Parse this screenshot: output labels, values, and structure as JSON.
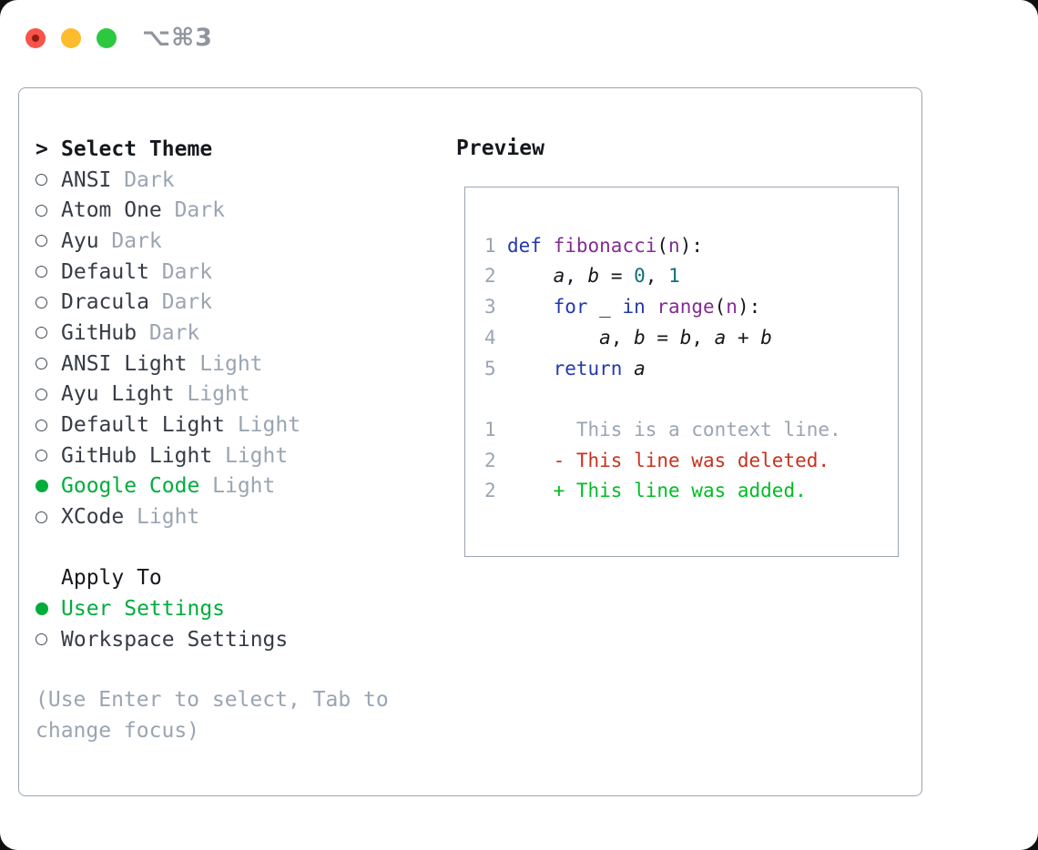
{
  "window": {
    "title": "⌥⌘3"
  },
  "traffic_lights": [
    {
      "name": "close-button",
      "color": "#f8544a"
    },
    {
      "name": "minimize-button",
      "color": "#fdbc2e"
    },
    {
      "name": "zoom-button",
      "color": "#2bc840"
    }
  ],
  "colors": {
    "border": "#9aa5b1",
    "muted": "#9aa5b2",
    "ink": "#15181d",
    "name": "#363c46",
    "ui_green": "#00ad3c",
    "keyword": "#2339ab",
    "function": "#822d92",
    "literal": "#0f6f78",
    "deleted": "#c8321f",
    "added": "#00bd26",
    "title_gray": "#90959d"
  },
  "theme_panel": {
    "header": {
      "prefix": ">",
      "label": "Select Theme"
    },
    "themes": [
      {
        "name": "ANSI",
        "variant": "Dark",
        "selected": false
      },
      {
        "name": "Atom One",
        "variant": "Dark",
        "selected": false
      },
      {
        "name": "Ayu",
        "variant": "Dark",
        "selected": false
      },
      {
        "name": "Default",
        "variant": "Dark",
        "selected": false
      },
      {
        "name": "Dracula",
        "variant": "Dark",
        "selected": false
      },
      {
        "name": "GitHub",
        "variant": "Dark",
        "selected": false
      },
      {
        "name": "ANSI Light",
        "variant": "Light",
        "selected": false
      },
      {
        "name": "Ayu Light",
        "variant": "Light",
        "selected": false
      },
      {
        "name": "Default Light",
        "variant": "Light",
        "selected": false
      },
      {
        "name": "GitHub Light",
        "variant": "Light",
        "selected": false
      },
      {
        "name": "Google Code",
        "variant": "Light",
        "selected": true
      },
      {
        "name": "XCode",
        "variant": "Light",
        "selected": false
      }
    ],
    "apply_to": {
      "label": "Apply To",
      "options": [
        {
          "name": "User Settings",
          "selected": true
        },
        {
          "name": "Workspace Settings",
          "selected": false
        }
      ]
    },
    "hint": "(Use Enter to select, Tab to change focus)"
  },
  "preview": {
    "label": "Preview",
    "lines": [
      {
        "kind": "code",
        "num": "1",
        "tokens": [
          [
            "k",
            "def"
          ],
          [
            "p",
            " "
          ],
          [
            "f",
            "fibonacci"
          ],
          [
            "p",
            "("
          ],
          [
            "f",
            "n"
          ],
          [
            "p",
            "):"
          ]
        ]
      },
      {
        "kind": "code",
        "num": "2",
        "tokens": [
          [
            "p",
            "    "
          ],
          [
            "v",
            "a"
          ],
          [
            "p",
            ", "
          ],
          [
            "v",
            "b"
          ],
          [
            "p",
            " = "
          ],
          [
            "n",
            "0"
          ],
          [
            "p",
            ", "
          ],
          [
            "n",
            "1"
          ]
        ]
      },
      {
        "kind": "code",
        "num": "3",
        "tokens": [
          [
            "p",
            "    "
          ],
          [
            "k",
            "for"
          ],
          [
            "p",
            " _ "
          ],
          [
            "k",
            "in"
          ],
          [
            "p",
            " "
          ],
          [
            "f",
            "range"
          ],
          [
            "p",
            "("
          ],
          [
            "f",
            "n"
          ],
          [
            "p",
            "):"
          ]
        ]
      },
      {
        "kind": "code",
        "num": "4",
        "tokens": [
          [
            "p",
            "        "
          ],
          [
            "v",
            "a"
          ],
          [
            "p",
            ", "
          ],
          [
            "v",
            "b"
          ],
          [
            "p",
            " = "
          ],
          [
            "v",
            "b"
          ],
          [
            "p",
            ", "
          ],
          [
            "v",
            "a"
          ],
          [
            "p",
            " + "
          ],
          [
            "v",
            "b"
          ]
        ]
      },
      {
        "kind": "code",
        "num": "5",
        "tokens": [
          [
            "p",
            "    "
          ],
          [
            "k",
            "return"
          ],
          [
            "p",
            " "
          ],
          [
            "v",
            "a"
          ]
        ]
      },
      {
        "kind": "blank",
        "num": "",
        "tokens": []
      },
      {
        "kind": "diff-context",
        "num": "1",
        "tokens": [
          [
            "c",
            "      This is a context line."
          ]
        ]
      },
      {
        "kind": "diff-deleted",
        "num": "2",
        "tokens": [
          [
            "p",
            "    "
          ],
          [
            "d",
            "- This line was deleted."
          ]
        ]
      },
      {
        "kind": "diff-added",
        "num": "2",
        "tokens": [
          [
            "p",
            "    "
          ],
          [
            "a",
            "+ This line was added."
          ]
        ]
      }
    ]
  }
}
